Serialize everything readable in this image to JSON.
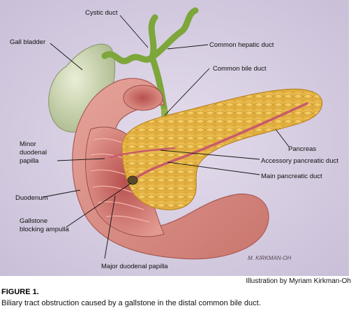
{
  "labels": {
    "cystic_duct": "Cystic duct",
    "gall_bladder": "Gall bladder",
    "common_hepatic_duct": "Common hepatic duct",
    "common_bile_duct": "Common bile duct",
    "pancreas": "Pancreas",
    "minor_papilla_line1": "Minor",
    "minor_papilla_line2": "duodenal",
    "minor_papilla_line3": "papilla",
    "accessory_pancreatic_duct": "Accessory pancreatic duct",
    "main_pancreatic_duct": "Main pancreatic duct",
    "duodenum": "Duodenum",
    "gallstone_line1": "Gallstone",
    "gallstone_line2": "blocking ampulla",
    "major_papilla": "Major duodenal papilla"
  },
  "signature": "M. KIRKMAN-OH",
  "credit": "Illustration by Myriam Kirkman-Oh",
  "caption": {
    "title": "FIGURE 1.",
    "text": "Biliary tract obstruction caused by a gallstone in the distal common bile duct."
  },
  "colors": {
    "background": "#d7cfe2",
    "gallbladder": "#cfd7b5",
    "ducts": "#7da63b",
    "duodenum": "#d98f86",
    "pancreas": "#efc24a",
    "pancreatic_duct": "#c95a6b"
  }
}
